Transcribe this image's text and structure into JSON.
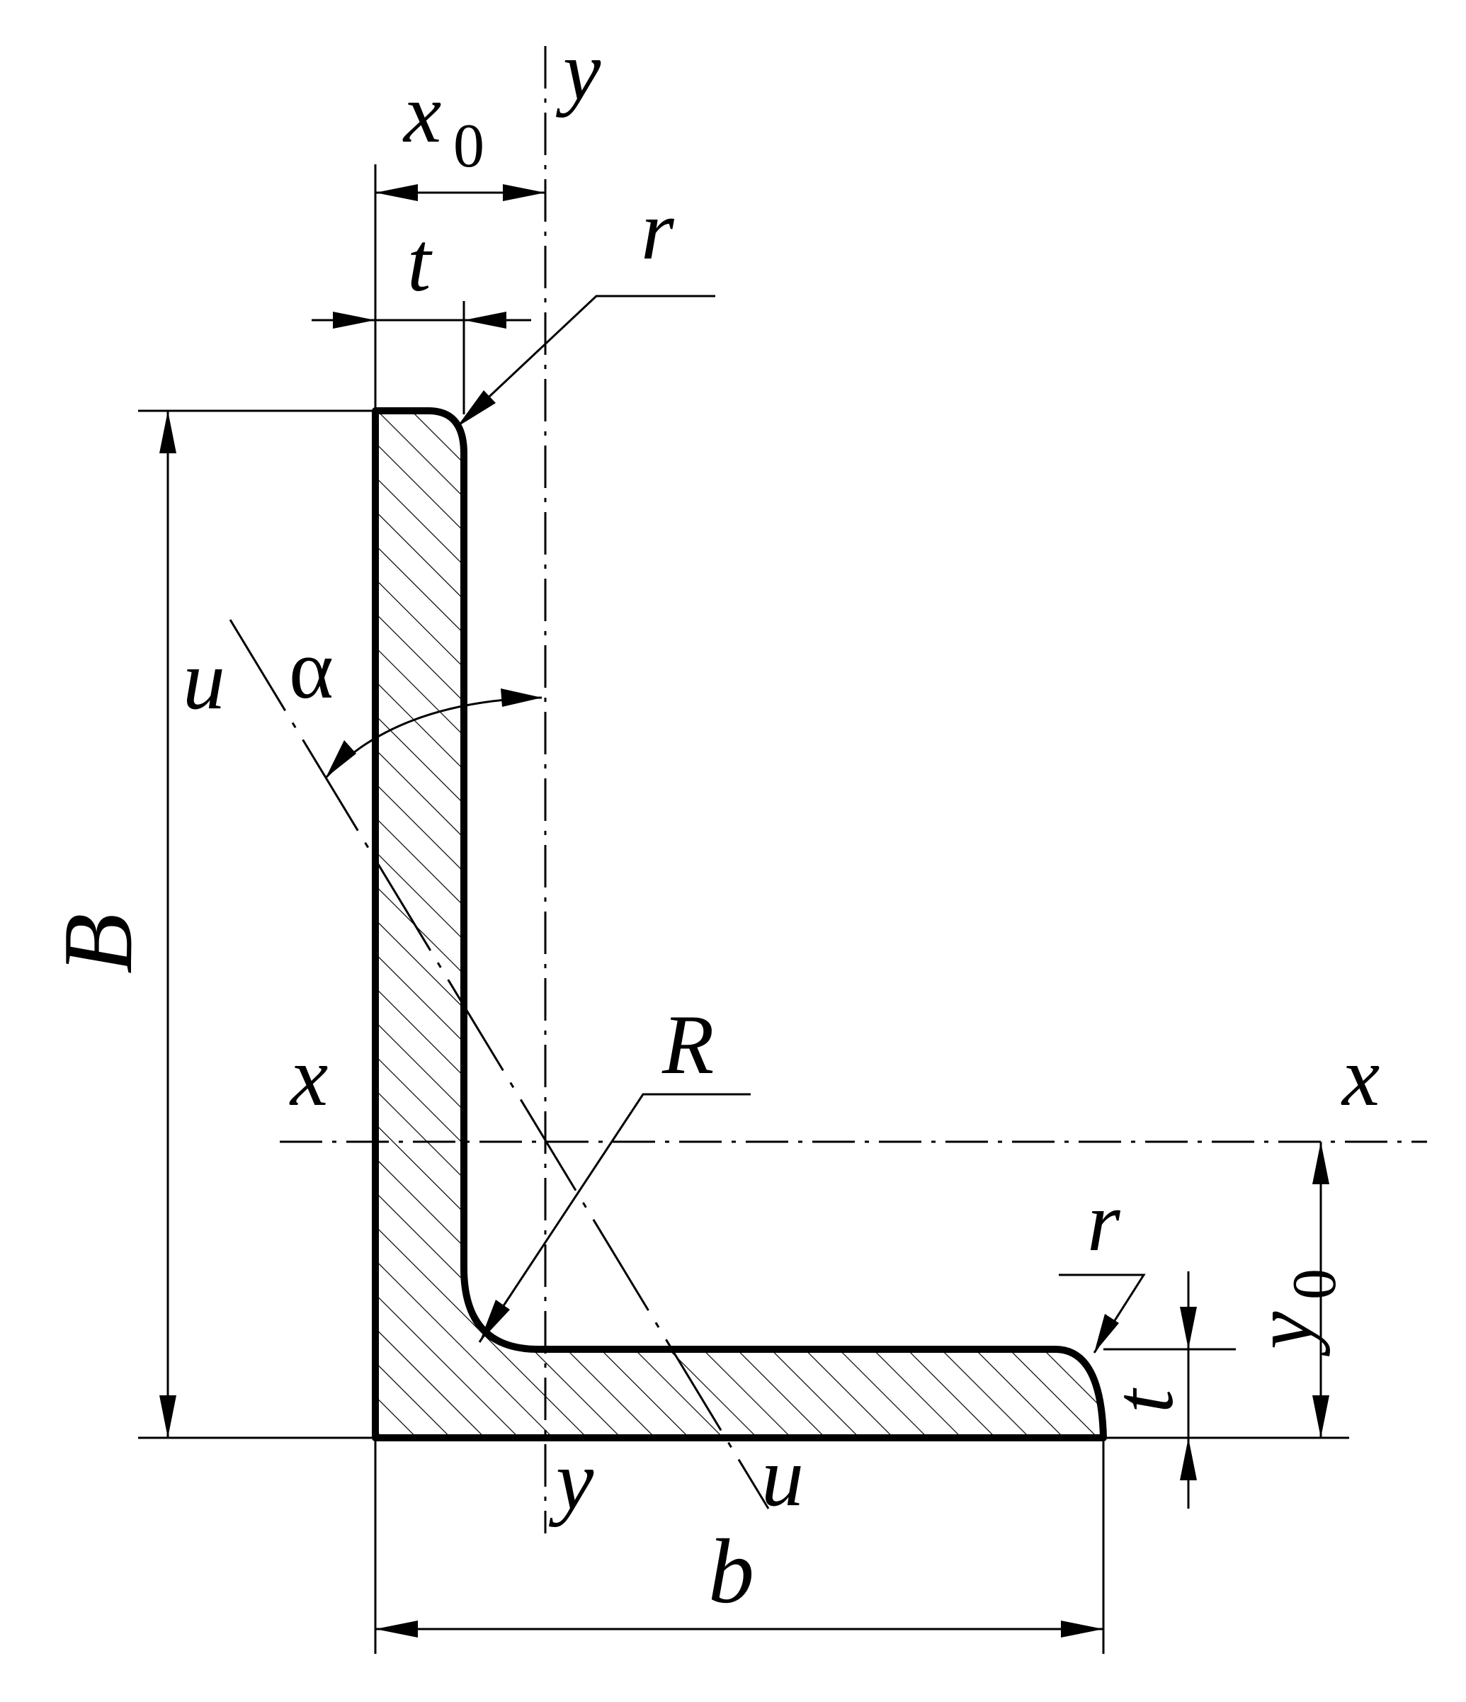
{
  "diagram": {
    "labels": {
      "x0": "x",
      "x0_sub": "0",
      "y_top": "y",
      "t_top": "t",
      "r_top": "r",
      "u_left": "u",
      "alpha": "α",
      "B": "B",
      "x_left": "x",
      "R": "R",
      "x_right": "x",
      "r_right": "r",
      "y0": "y",
      "y0_sub": "0",
      "t_right": "t",
      "y_bottom": "y",
      "u_bottom": "u",
      "b": "b"
    }
  }
}
